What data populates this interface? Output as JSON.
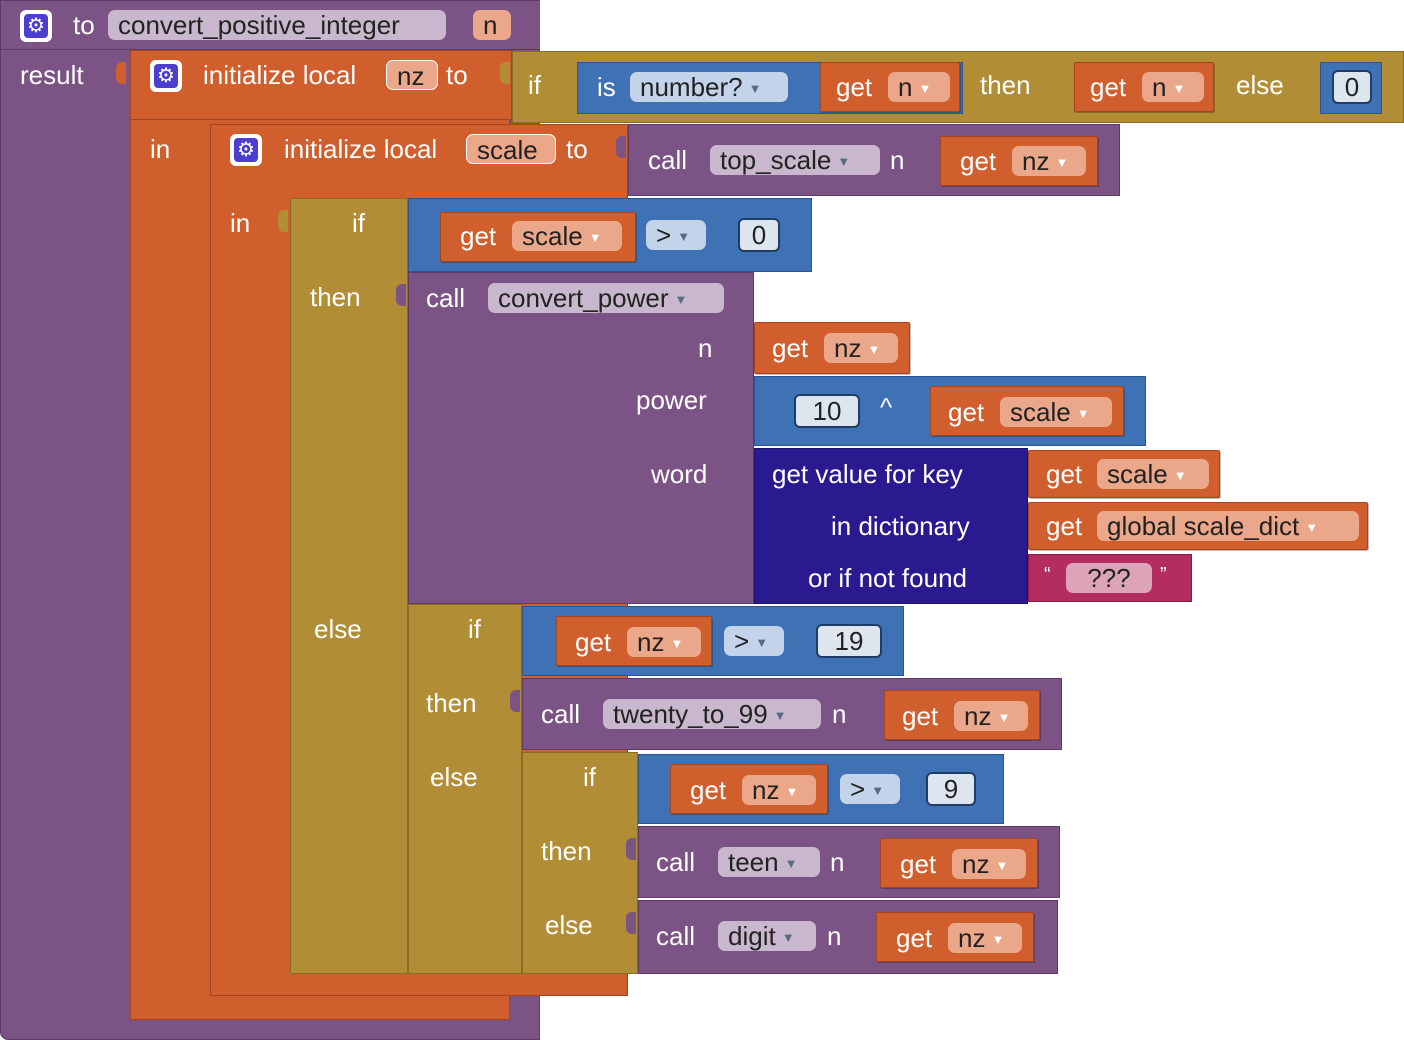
{
  "procedure": {
    "keyword": "to",
    "name": "convert_positive_integer",
    "param": "n",
    "result_label": "result"
  },
  "init_nz": {
    "label": "initialize local",
    "var": "nz",
    "to": "to",
    "in": "in",
    "if_label": "if",
    "is_label": "is",
    "is_option": "number?",
    "get_label": "get",
    "get_var": "n",
    "then_label": "then",
    "then_get": "get",
    "then_var": "n",
    "else_label": "else",
    "else_value": "0"
  },
  "init_scale": {
    "label": "initialize local",
    "var": "scale",
    "to": "to",
    "in": "in",
    "call_label": "call",
    "call_proc": "top_scale",
    "arg_n": "n",
    "get_label": "get",
    "get_var": "nz"
  },
  "if_scale": {
    "if_label": "if",
    "get_label": "get",
    "get_var": "scale",
    "op": ">",
    "value": "0",
    "then_label": "then",
    "else_label": "else"
  },
  "convert_power": {
    "call_label": "call",
    "proc": "convert_power",
    "arg_n": "n",
    "arg_power": "power",
    "arg_word": "word",
    "n_get": "get",
    "n_var": "nz",
    "pow_base": "10",
    "pow_op": "^",
    "pow_get": "get",
    "pow_var": "scale",
    "dict_key_label": "get value for key",
    "dict_key_get": "get",
    "dict_key_var": "scale",
    "dict_in_label": "in dictionary",
    "dict_in_get": "get",
    "dict_in_var": "global scale_dict",
    "dict_nf_label": "or if not found",
    "dict_nf_open": "“",
    "dict_nf_value": "???",
    "dict_nf_close": "”"
  },
  "if_19": {
    "if_label": "if",
    "get_label": "get",
    "get_var": "nz",
    "op": ">",
    "value": "19",
    "then_label": "then",
    "call_label": "call",
    "proc": "twenty_to_99",
    "arg_n": "n",
    "arg_get": "get",
    "arg_var": "nz",
    "else_label": "else"
  },
  "if_9": {
    "if_label": "if",
    "get_label": "get",
    "get_var": "nz",
    "op": ">",
    "value": "9",
    "then_label": "then",
    "then_call": "call",
    "then_proc": "teen",
    "then_arg": "n",
    "then_get": "get",
    "then_var": "nz",
    "else_label": "else",
    "else_call": "call",
    "else_proc": "digit",
    "else_arg": "n",
    "else_get": "get",
    "else_var": "nz"
  },
  "colors": {
    "procedure": "#7c5385",
    "local_var": "#d05f2d",
    "control": "#b18e35",
    "math": "#3f71b5",
    "dictionary": "#2a1a8f",
    "text": "#b32d5e"
  }
}
